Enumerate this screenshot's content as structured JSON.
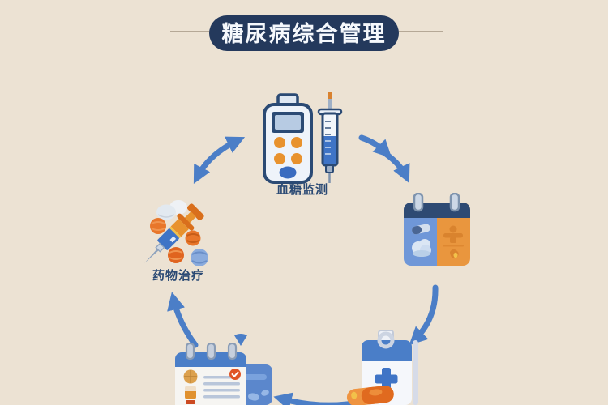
{
  "title": "糖尿病综合管理",
  "labels": {
    "glucose_monitoring": "血糖监测",
    "medication_treatment": "药物治疗"
  },
  "nodes": [
    {
      "id": "glucose-monitoring",
      "label": "血糖监测",
      "icon": "glucose-meter-and-syringe",
      "position": "top-center"
    },
    {
      "id": "lifestyle-calendar",
      "label": "",
      "icon": "calendar-with-medication-and-exercise",
      "position": "right"
    },
    {
      "id": "medical-clipboard",
      "label": "",
      "icon": "clipboard-with-medical-cross-and-capsule",
      "position": "bottom-right"
    },
    {
      "id": "health-record",
      "label": "",
      "icon": "notepad-with-medication-log-and-card",
      "position": "bottom-center"
    },
    {
      "id": "medication-treatment",
      "label": "药物治疗",
      "icon": "syringe-and-pills",
      "position": "left"
    }
  ],
  "flow": [
    {
      "from": "medication-treatment",
      "to": "glucose-monitoring",
      "direction": "bidirectional"
    },
    {
      "from": "glucose-monitoring",
      "to": "lifestyle-calendar",
      "direction": "one-way"
    },
    {
      "from": "lifestyle-calendar",
      "to": "medical-clipboard",
      "direction": "one-way"
    },
    {
      "from": "medical-clipboard",
      "to": "health-record",
      "direction": "one-way"
    },
    {
      "from": "health-record",
      "to": "medication-treatment",
      "direction": "one-way"
    }
  ],
  "colors": {
    "background": "#ece2d3",
    "title_pill": "#24395c",
    "title_text": "#f5f8fc",
    "divider_line": "#b5a896",
    "arrow_blue": "#4b7ec7",
    "outline_navy": "#2b4a74",
    "accent_orange": "#e8922e",
    "fluid_blue": "#3f74c6",
    "calendar_left": "#6f97d8",
    "calendar_right": "#e9963e",
    "header_blue": "#4a7ec8",
    "label_text": "#2b4a74"
  }
}
